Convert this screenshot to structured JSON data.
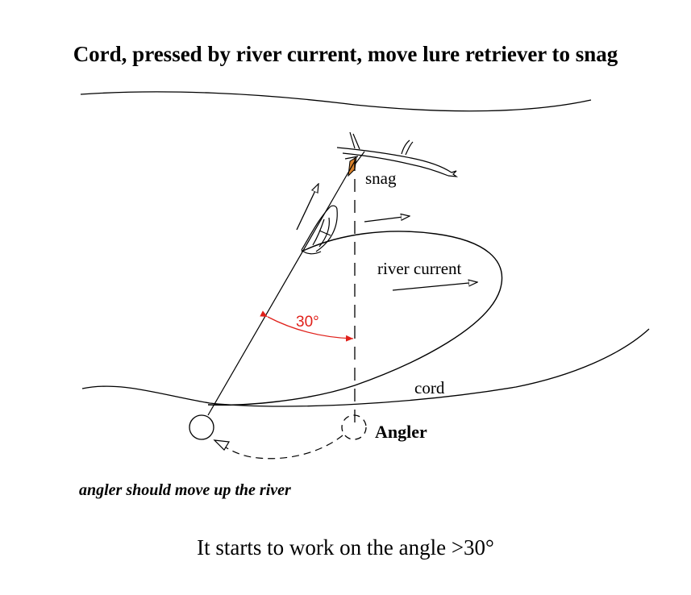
{
  "title": "Cord, pressed by river current, move lure retriever to snag",
  "labels": {
    "snag": "snag",
    "river_current": "river current",
    "cord": "cord",
    "angler": "Angler",
    "angle": "30°"
  },
  "note": "angler should move up the river",
  "bottom_text": "It starts to work on the angle >30°",
  "colors": {
    "angle": "#e0201a",
    "line": "#000000",
    "lure": "#d9822b"
  }
}
